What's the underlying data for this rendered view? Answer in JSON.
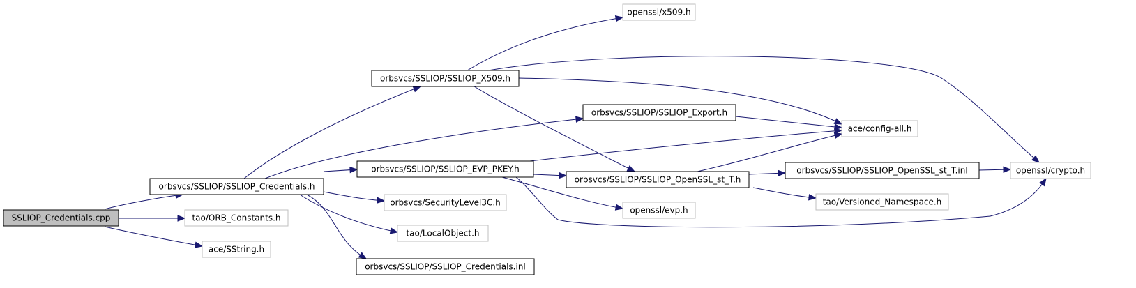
{
  "diagram": {
    "nodes": [
      {
        "id": "n_root",
        "label": "SSLIOP_Credentials.cpp",
        "style": "root"
      },
      {
        "id": "n_cred_h",
        "label": "orbsvcs/SSLIOP/SSLIOP_Credentials.h",
        "style": "solid"
      },
      {
        "id": "n_orbc",
        "label": "tao/ORB_Constants.h",
        "style": "grey"
      },
      {
        "id": "n_sstring",
        "label": "ace/SString.h",
        "style": "grey"
      },
      {
        "id": "n_x509h",
        "label": "orbsvcs/SSLIOP/SSLIOP_X509.h",
        "style": "solid"
      },
      {
        "id": "n_export",
        "label": "orbsvcs/SSLIOP/SSLIOP_Export.h",
        "style": "solid"
      },
      {
        "id": "n_evp",
        "label": "orbsvcs/SSLIOP/SSLIOP_EVP_PKEY.h",
        "style": "solid"
      },
      {
        "id": "n_seclvl",
        "label": "orbsvcs/SecurityLevel3C.h",
        "style": "grey"
      },
      {
        "id": "n_localobj",
        "label": "tao/LocalObject.h",
        "style": "grey"
      },
      {
        "id": "n_credinl",
        "label": "orbsvcs/SSLIOP/SSLIOP_Credentials.inl",
        "style": "solid"
      },
      {
        "id": "n_osslx509",
        "label": "openssl/x509.h",
        "style": "grey"
      },
      {
        "id": "n_config",
        "label": "ace/config-all.h",
        "style": "grey"
      },
      {
        "id": "n_ossl_st",
        "label": "orbsvcs/SSLIOP/SSLIOP_OpenSSL_st_T.h",
        "style": "solid"
      },
      {
        "id": "n_opensslevp",
        "label": "openssl/evp.h",
        "style": "grey"
      },
      {
        "id": "n_ossl_inl",
        "label": "orbsvcs/SSLIOP/SSLIOP_OpenSSL_st_T.inl",
        "style": "solid"
      },
      {
        "id": "n_versns",
        "label": "tao/Versioned_Namespace.h",
        "style": "grey"
      },
      {
        "id": "n_crypto",
        "label": "openssl/crypto.h",
        "style": "grey"
      }
    ],
    "edges": [
      {
        "from": "n_root",
        "to": "n_cred_h"
      },
      {
        "from": "n_root",
        "to": "n_orbc"
      },
      {
        "from": "n_root",
        "to": "n_sstring"
      },
      {
        "from": "n_cred_h",
        "to": "n_x509h"
      },
      {
        "from": "n_cred_h",
        "to": "n_export"
      },
      {
        "from": "n_cred_h",
        "to": "n_evp"
      },
      {
        "from": "n_cred_h",
        "to": "n_seclvl"
      },
      {
        "from": "n_cred_h",
        "to": "n_localobj"
      },
      {
        "from": "n_cred_h",
        "to": "n_credinl"
      },
      {
        "from": "n_x509h",
        "to": "n_osslx509"
      },
      {
        "from": "n_x509h",
        "to": "n_crypto"
      },
      {
        "from": "n_x509h",
        "to": "n_config"
      },
      {
        "from": "n_x509h",
        "to": "n_ossl_st"
      },
      {
        "from": "n_export",
        "to": "n_config"
      },
      {
        "from": "n_evp",
        "to": "n_config"
      },
      {
        "from": "n_evp",
        "to": "n_ossl_st"
      },
      {
        "from": "n_evp",
        "to": "n_opensslevp"
      },
      {
        "from": "n_evp",
        "to": "n_crypto"
      },
      {
        "from": "n_ossl_st",
        "to": "n_config"
      },
      {
        "from": "n_ossl_st",
        "to": "n_ossl_inl"
      },
      {
        "from": "n_ossl_st",
        "to": "n_versns"
      },
      {
        "from": "n_ossl_inl",
        "to": "n_crypto"
      }
    ]
  }
}
